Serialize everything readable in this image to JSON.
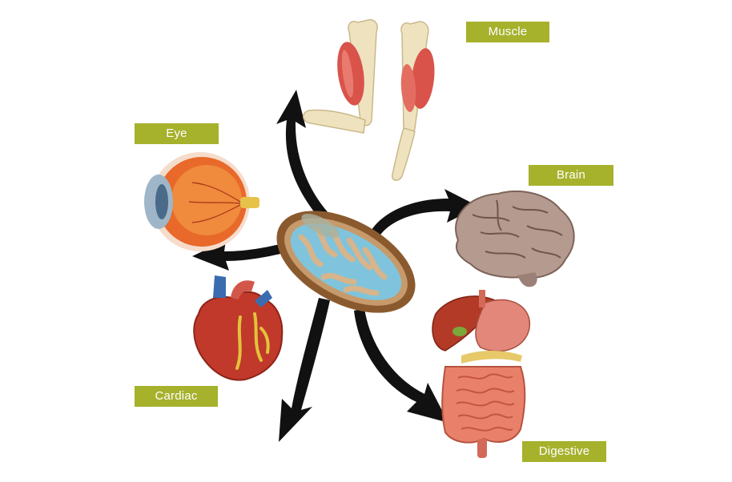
{
  "diagram": {
    "center": "mitochondrion",
    "organs": [
      {
        "id": "muscle",
        "label": "Muscle"
      },
      {
        "id": "eye",
        "label": "Eye"
      },
      {
        "id": "brain",
        "label": "Brain"
      },
      {
        "id": "cardiac",
        "label": "Cardiac"
      },
      {
        "id": "digestive",
        "label": "Digestive"
      }
    ]
  },
  "colors": {
    "label_bg": "#a6b12c",
    "label_text": "#ffffff",
    "arrow": "#111111",
    "mito_outer": "#8a5a2e",
    "mito_inner": "#7fc4dc",
    "muscle": "#d9534a",
    "bone": "#efe3bf",
    "eye": "#e8692a",
    "brain": "#b49a8f",
    "heart": "#c0392b",
    "liver": "#b33a26",
    "intestine": "#e9816a"
  },
  "icons": [
    "mitochondrion-icon",
    "muscle-icon",
    "eye-icon",
    "brain-icon",
    "heart-icon",
    "digestive-icon"
  ]
}
